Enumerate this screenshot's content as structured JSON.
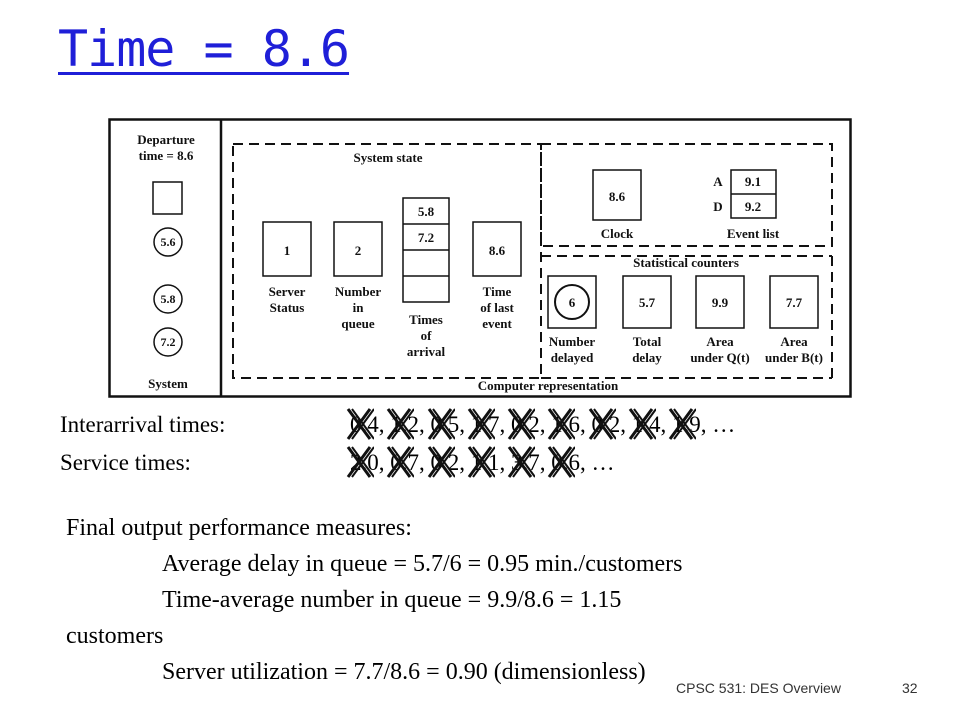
{
  "slide": {
    "title": "Time = 8.6",
    "footer_left": "CPSC 531: DES Overview",
    "page_number": "32"
  },
  "diagram": {
    "departure_label_1": "Departure",
    "departure_label_2": "time = 8.6",
    "system_customers": [
      "5.6",
      "5.8",
      "7.2"
    ],
    "system_label": "System",
    "system_state_label": "System state",
    "server_status_value": "1",
    "server_status_label_1": "Server",
    "server_status_label_2": "Status",
    "number_in_queue_value": "2",
    "number_in_queue_label_1": "Number",
    "number_in_queue_label_2": "in",
    "number_in_queue_label_3": "queue",
    "times_of_arrival_values": [
      "5.8",
      "7.2"
    ],
    "times_of_arrival_label_1": "Times",
    "times_of_arrival_label_2": "of",
    "times_of_arrival_label_3": "arrival",
    "time_last_event_value": "8.6",
    "time_last_event_label_1": "Time",
    "time_last_event_label_2": "of last",
    "time_last_event_label_3": "event",
    "clock_value": "8.6",
    "clock_label": "Clock",
    "event_list_a_label": "A",
    "event_list_a_value": "9.1",
    "event_list_d_label": "D",
    "event_list_d_value": "9.2",
    "event_list_label": "Event list",
    "statistical_counters_label": "Statistical counters",
    "number_delayed_value": "6",
    "number_delayed_label_1": "Number",
    "number_delayed_label_2": "delayed",
    "total_delay_value": "5.7",
    "total_delay_label_1": "Total",
    "total_delay_label_2": "delay",
    "area_q_value": "9.9",
    "area_q_label_1": "Area",
    "area_q_label_2": "under Q(t)",
    "area_b_value": "7.7",
    "area_b_label_1": "Area",
    "area_b_label_2": "under B(t)",
    "computer_representation_label": "Computer representation"
  },
  "sequences": {
    "interarrival_label": "Interarrival times:",
    "interarrival_values": [
      "0.4",
      "1.2",
      "0.5",
      "1.7",
      "0.2",
      "1.6",
      "0.2",
      "1.4",
      "1.9"
    ],
    "interarrival_crossed": 9,
    "service_label": "Service times:",
    "service_values": [
      "2.0",
      "0.7",
      "0.2",
      "1.1",
      "3.7",
      "0.6"
    ],
    "service_crossed": 6,
    "ellipsis": "…"
  },
  "measures": {
    "heading": "Final output performance measures:",
    "avg_delay": "Average delay in queue = 5.7/6 = 0.95 min./customers",
    "time_avg_number": "Time-average number in queue = 9.9/8.6 = 1.15",
    "time_avg_number_cont": "customers",
    "utilization": "Server utilization = 7.7/8.6 = 0.90 (dimensionless)"
  },
  "colors": {
    "title": "#1f1fd8",
    "cross_mark": "#111111"
  }
}
